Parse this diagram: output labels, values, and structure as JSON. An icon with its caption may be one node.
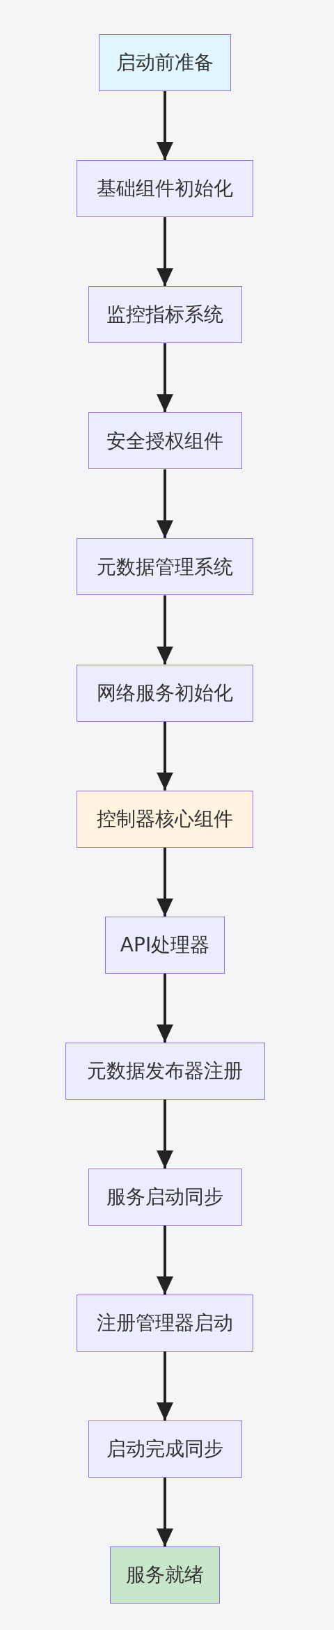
{
  "diagram": {
    "nodes": [
      {
        "text": [
          "启动前准备"
        ]
      },
      {
        "text": [
          "基础组件初始化"
        ]
      },
      {
        "text": [
          "监控指标系统"
        ]
      },
      {
        "text": [
          "安全授权组件"
        ]
      },
      {
        "text": [
          "元数据管理系统"
        ]
      },
      {
        "text": [
          "网络服务初始化"
        ]
      },
      {
        "text": [
          "控制器核心组件"
        ]
      },
      {
        "text": [
          "API处理器"
        ]
      },
      {
        "text": [
          "元数据发布器注册"
        ]
      },
      {
        "text": [
          "服务启动同步"
        ]
      },
      {
        "text": [
          "注册管理器启动"
        ]
      },
      {
        "text": [
          "启动完成同步"
        ]
      },
      {
        "text": [
          "服务就绪"
        ]
      }
    ],
    "edges": [
      {
        "from": 0,
        "to": 1,
        "arrow": "to"
      },
      {
        "from": 1,
        "to": 2,
        "arrow": "to"
      },
      {
        "from": 2,
        "to": 3,
        "arrow": "to"
      },
      {
        "from": 3,
        "to": 4,
        "arrow": "to"
      },
      {
        "from": 4,
        "to": 5,
        "arrow": "to"
      },
      {
        "from": 5,
        "to": 6,
        "arrow": "to"
      },
      {
        "from": 6,
        "to": 7,
        "arrow": "to"
      },
      {
        "from": 7,
        "to": 8,
        "arrow": "to"
      },
      {
        "from": 8,
        "to": 9,
        "arrow": "to"
      },
      {
        "from": 9,
        "to": 10,
        "arrow": "to"
      },
      {
        "from": 10,
        "to": 11,
        "arrow": "to"
      },
      {
        "from": 11,
        "to": 12,
        "arrow": "to"
      }
    ]
  }
}
